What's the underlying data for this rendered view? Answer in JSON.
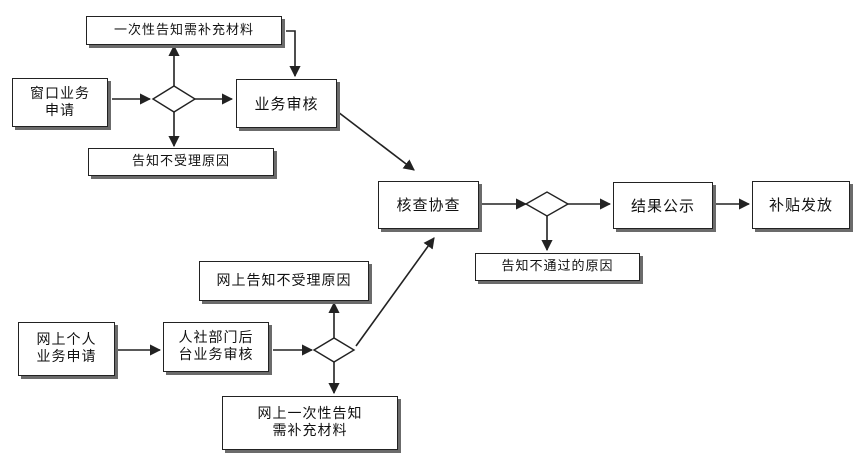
{
  "nodes": {
    "window_apply": "窗口业务\n申请",
    "supplement_once": "一次性告知需补充材料",
    "reject_reason": "告知不受理原因",
    "business_review": "业务审核",
    "verify": "核查协查",
    "result_publicity": "结果公示",
    "subsidy_payment": "补贴发放",
    "fail_reason": "告知不通过的原因",
    "online_reject_reason": "网上告知不受理原因",
    "online_apply": "网上个人\n业务申请",
    "backend_review": "人社部门后\n台业务审核",
    "online_supplement": "网上一次性告知\n需补充材料"
  },
  "colors": {
    "line": "#222222",
    "shadow": "#6b6b6b",
    "background": "#ffffff"
  }
}
